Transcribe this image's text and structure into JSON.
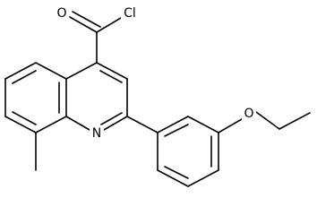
{
  "atoms": {
    "oxygen_carbonyl": "O",
    "chlorine": "Cl",
    "nitrogen": "N",
    "oxygen_ether": "O"
  },
  "colors": {
    "background": "#ffffff",
    "ink": "#000000"
  }
}
